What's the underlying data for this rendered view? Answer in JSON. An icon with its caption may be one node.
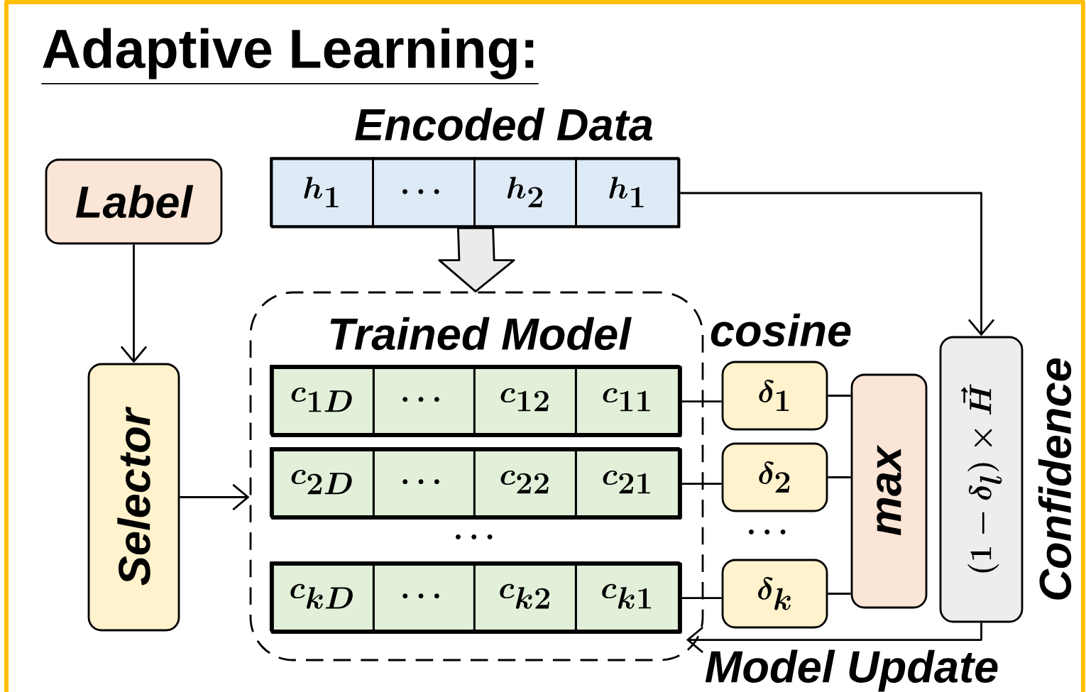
{
  "diagram": {
    "title": "Adaptive Learning:",
    "nodes": [
      {
        "text": [
          "Label"
        ]
      },
      {
        "text": [
          "Encoded Data"
        ]
      },
      {
        "text": [
          "h_{1}"
        ],
        "in": 1
      },
      {
        "text": [
          "\\cdots"
        ],
        "in": 1
      },
      {
        "text": [
          "h_{2}"
        ],
        "in": 1
      },
      {
        "text": [
          "h_{1}"
        ],
        "in": 1
      },
      {
        "text": [
          "Trained Model"
        ]
      },
      {
        "text": [],
        "shape": "bar",
        "in": 6
      },
      {
        "text": [
          "c_{1D}"
        ],
        "in": 7
      },
      {
        "text": [
          "\\cdots"
        ],
        "in": 7
      },
      {
        "text": [
          "c_{12}"
        ],
        "in": 7
      },
      {
        "text": [
          "c_{11}"
        ],
        "in": 7
      },
      {
        "text": [],
        "shape": "bar",
        "in": 6
      },
      {
        "text": [
          "c_{2D}"
        ],
        "in": 12
      },
      {
        "text": [
          "\\cdots"
        ],
        "in": 12
      },
      {
        "text": [
          "c_{22}"
        ],
        "in": 12
      },
      {
        "text": [
          "c_{21}"
        ],
        "in": 12
      },
      {
        "text": [],
        "shape": "bar",
        "in": 6
      },
      {
        "text": [
          "c_{kD}"
        ],
        "in": 17
      },
      {
        "text": [
          "\\cdots"
        ],
        "in": 17
      },
      {
        "text": [
          "c_{k2}"
        ],
        "in": 17
      },
      {
        "text": [
          "c_{k1}"
        ],
        "in": 17
      },
      {
        "text": [
          "Selector"
        ]
      },
      {
        "text": [
          "\\delta_{1}"
        ]
      },
      {
        "text": [
          "\\delta_{2}"
        ]
      },
      {
        "text": [
          "\\delta_{k}"
        ]
      },
      {
        "text": [
          "max"
        ]
      },
      {
        "text": [
          "(1-\\delta_{l})\\times\\vec{H}"
        ],
        "beside": [
          "Confidence"
        ]
      }
    ],
    "edges": [
      {
        "from": 0,
        "to": 22,
        "arrow": "to"
      },
      {
        "from": 1,
        "to": 6,
        "arrow": "to",
        "style": "thick"
      },
      {
        "from": 22,
        "to": 6,
        "arrow": "to"
      },
      {
        "from": 1,
        "to": 27,
        "arrow": "to"
      },
      {
        "from": 7,
        "to": 23,
        "arrow": "none"
      },
      {
        "from": 12,
        "to": 24,
        "arrow": "none"
      },
      {
        "from": 17,
        "to": 25,
        "arrow": "none"
      },
      {
        "from": 23,
        "to": 26,
        "arrow": "none"
      },
      {
        "from": 24,
        "to": 26,
        "arrow": "none"
      },
      {
        "from": 25,
        "to": 26,
        "arrow": "none"
      },
      {
        "from": 27,
        "to": 6,
        "arrow": "to",
        "label": "Model Update"
      }
    ],
    "labels": [
      "cosine",
      "\\cdots",
      "\\cdots"
    ]
  }
}
